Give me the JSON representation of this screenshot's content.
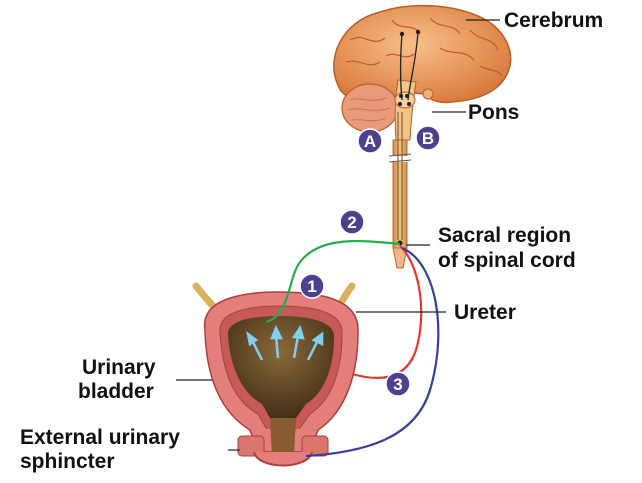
{
  "labels": {
    "cerebrum": "Cerebrum",
    "pons": "Pons",
    "sacral_line1": "Sacral region",
    "sacral_line2": "of spinal cord",
    "ureter": "Ureter",
    "bladder_line1": "Urinary",
    "bladder_line2": "bladder",
    "sphincter_line1": "External urinary",
    "sphincter_line2": "sphincter"
  },
  "badges": {
    "a": "A",
    "b": "B",
    "one": "1",
    "two": "2",
    "three": "3"
  },
  "colors": {
    "badge_fill": "#4f3f8f",
    "pathway_green": "#2aa84a",
    "pathway_red": "#e23a2a",
    "pathway_blue": "#3a3f9a",
    "brain": "#f0a063",
    "bladder_wall": "#e37e7b",
    "bladder_lumen": "#6d4f2a",
    "arrow": "#7fd0f0"
  }
}
